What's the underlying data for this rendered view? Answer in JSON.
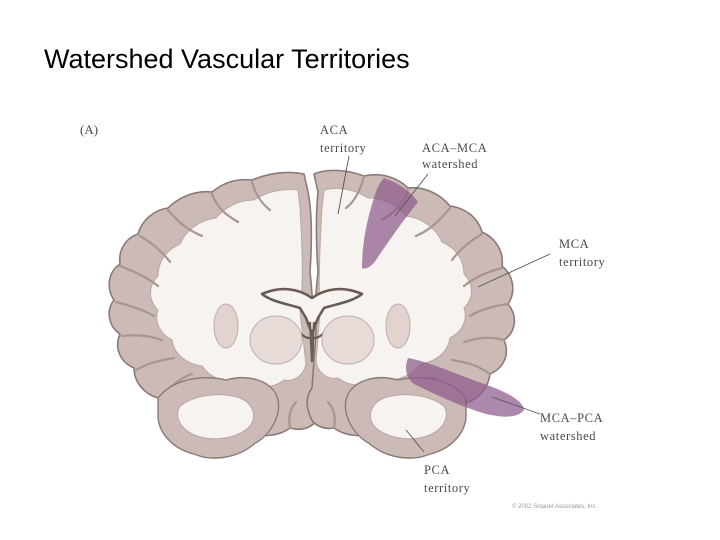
{
  "slide": {
    "title": "Watershed Vascular Territories"
  },
  "figure": {
    "panel_label": "(A)",
    "labels": {
      "aca": [
        "ACA",
        "territory"
      ],
      "aca_mca": [
        "ACA–MCA",
        "watershed"
      ],
      "mca": [
        "MCA",
        "territory"
      ],
      "mca_pca": [
        "MCA–PCA",
        "watershed"
      ],
      "pca": [
        "PCA",
        "territory"
      ]
    },
    "copyright": "© 2002 Sinauer Associates, Inc."
  },
  "colors": {
    "cortex": "#cbbab5",
    "white_matter": "#f7f3f1",
    "outline": "#8a7a76",
    "ventricle": "#6b5b55",
    "watershed": "#8c5a8c"
  }
}
